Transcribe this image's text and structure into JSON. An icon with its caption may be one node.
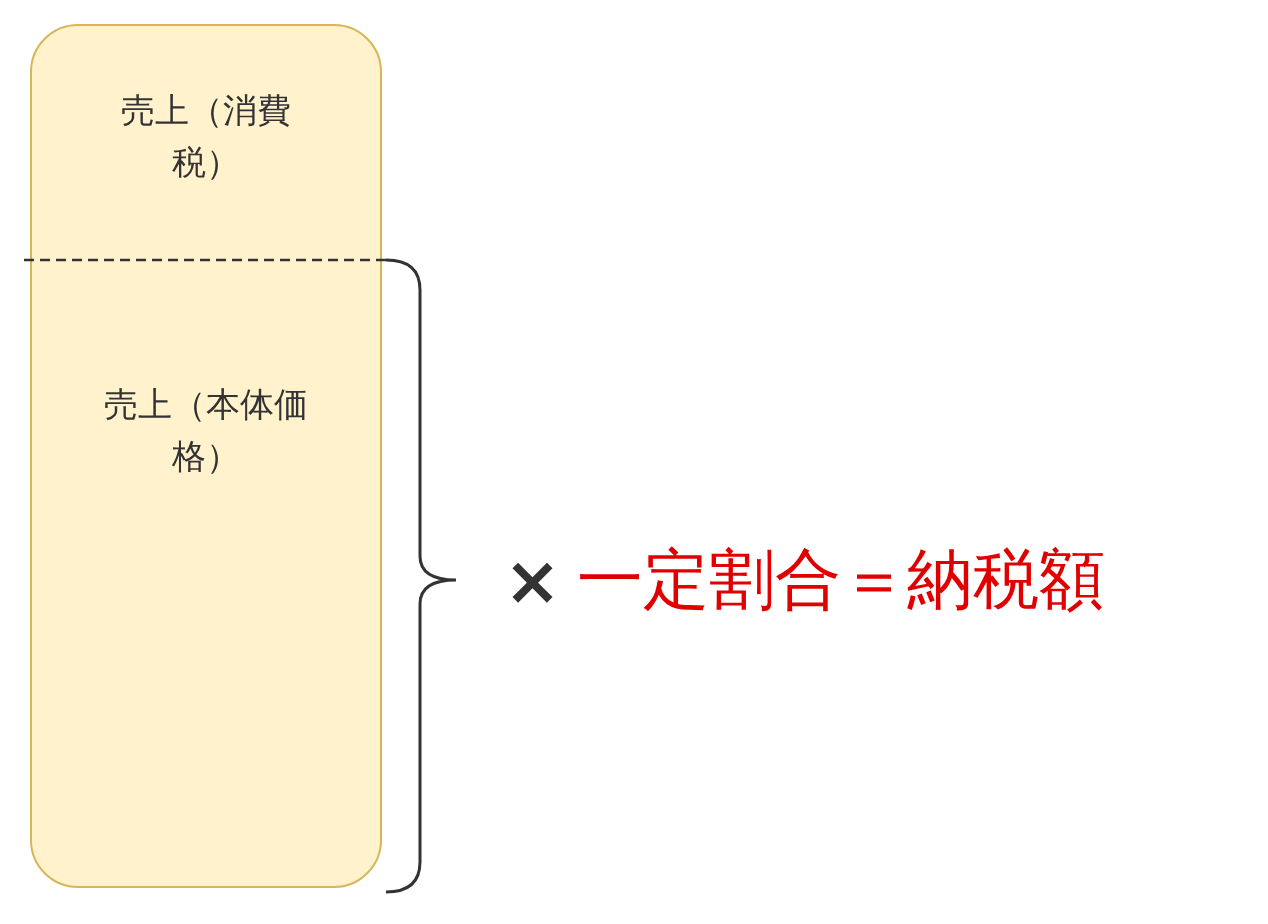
{
  "diagram": {
    "nodes": [
      {
        "text": [
          "売上（消費税）"
        ]
      },
      {
        "text": [
          "売上（本体価格）"
        ]
      }
    ],
    "labels": [
      "×",
      "一定割合＝納税額"
    ]
  }
}
